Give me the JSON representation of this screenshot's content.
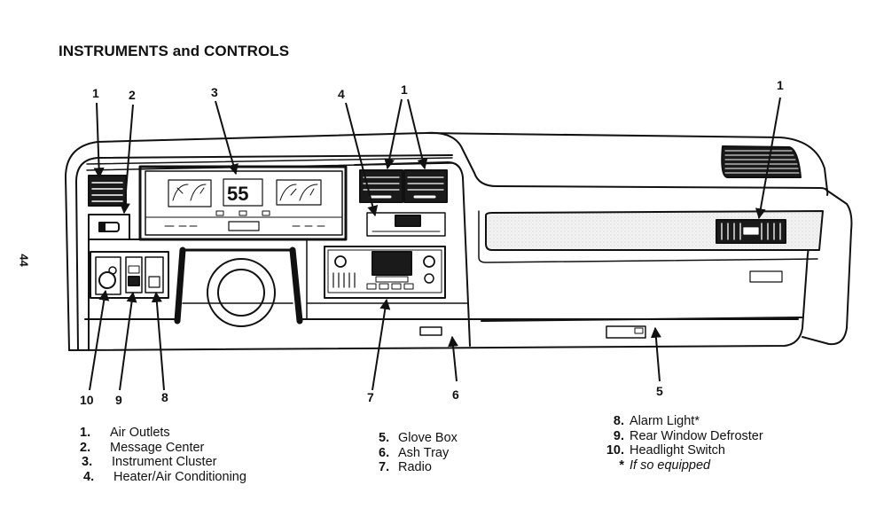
{
  "page": {
    "title": "INSTRUMENTS and CONTROLS",
    "page_number": "44"
  },
  "diagram": {
    "cluster_speed_readout": "55",
    "callouts": [
      {
        "id": "air-outlets-left",
        "label": "1"
      },
      {
        "id": "message-center",
        "label": "2"
      },
      {
        "id": "instrument-cluster",
        "label": "3"
      },
      {
        "id": "heater-ac",
        "label": "4"
      },
      {
        "id": "air-outlets-center",
        "label": "1"
      },
      {
        "id": "air-outlet-right",
        "label": "1"
      },
      {
        "id": "headlight-switch",
        "label": "10"
      },
      {
        "id": "rear-defroster",
        "label": "9"
      },
      {
        "id": "alarm-light",
        "label": "8"
      },
      {
        "id": "radio",
        "label": "7"
      },
      {
        "id": "ash-tray",
        "label": "6"
      },
      {
        "id": "glove-box",
        "label": "5"
      }
    ]
  },
  "legend": {
    "column_1": [
      {
        "num": "1.",
        "label": "Air Outlets"
      },
      {
        "num": "2.",
        "label": "Message Center"
      },
      {
        "num": "3.",
        "label": "Instrument Cluster"
      },
      {
        "num": "4.",
        "label": "Heater/Air Conditioning"
      }
    ],
    "column_2": [
      {
        "num": "5.",
        "label": "Glove Box"
      },
      {
        "num": "6.",
        "label": "Ash Tray"
      },
      {
        "num": "7.",
        "label": "Radio"
      }
    ],
    "column_3": [
      {
        "num": "8.",
        "label": "Alarm Light*"
      },
      {
        "num": "9.",
        "label": "Rear Window Defroster"
      },
      {
        "num": "10.",
        "label": "Headlight Switch"
      }
    ],
    "footnote": {
      "num": "*",
      "label": "If so equipped"
    }
  }
}
